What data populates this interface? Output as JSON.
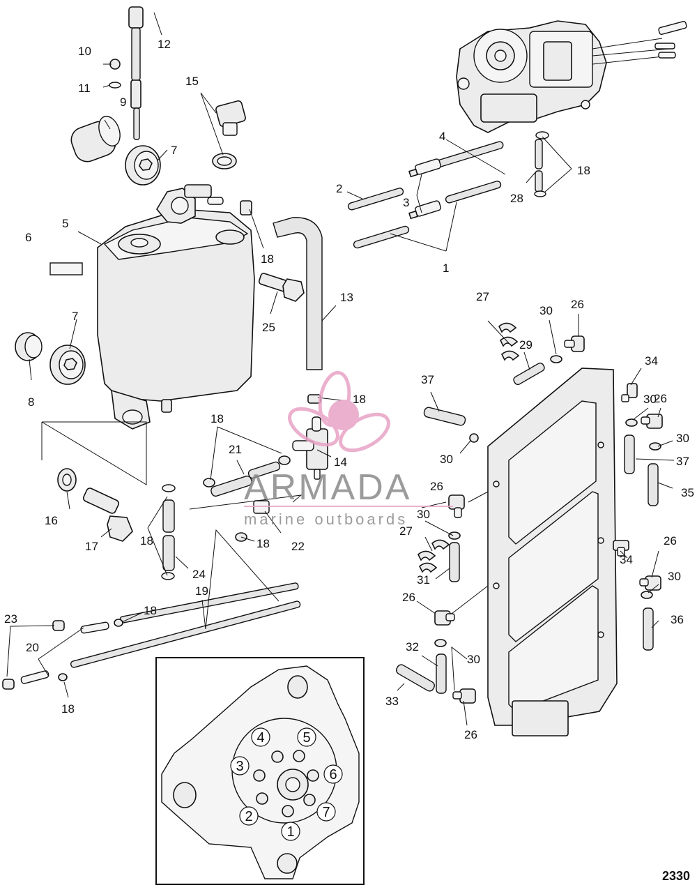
{
  "diagram": {
    "reference_code": "2330",
    "callouts": [
      {
        "id": "c1",
        "label": "1"
      },
      {
        "id": "c2",
        "label": "2"
      },
      {
        "id": "c3",
        "label": "3"
      },
      {
        "id": "c4",
        "label": "4"
      },
      {
        "id": "c5",
        "label": "5"
      },
      {
        "id": "c6",
        "label": "6"
      },
      {
        "id": "c7a",
        "label": "7"
      },
      {
        "id": "c7b",
        "label": "7"
      },
      {
        "id": "c8",
        "label": "8"
      },
      {
        "id": "c9",
        "label": "9"
      },
      {
        "id": "c10",
        "label": "10"
      },
      {
        "id": "c11",
        "label": "11"
      },
      {
        "id": "c12",
        "label": "12"
      },
      {
        "id": "c13",
        "label": "13"
      },
      {
        "id": "c14",
        "label": "14"
      },
      {
        "id": "c15",
        "label": "15"
      },
      {
        "id": "c16",
        "label": "16"
      },
      {
        "id": "c17",
        "label": "17"
      },
      {
        "id": "c18a",
        "label": "18"
      },
      {
        "id": "c18b",
        "label": "18"
      },
      {
        "id": "c18c",
        "label": "18"
      },
      {
        "id": "c18d",
        "label": "18"
      },
      {
        "id": "c18e",
        "label": "18"
      },
      {
        "id": "c18f",
        "label": "18"
      },
      {
        "id": "c18g",
        "label": "18"
      },
      {
        "id": "c18h",
        "label": "18"
      },
      {
        "id": "c19",
        "label": "19"
      },
      {
        "id": "c20",
        "label": "20"
      },
      {
        "id": "c21",
        "label": "21"
      },
      {
        "id": "c22",
        "label": "22"
      },
      {
        "id": "c23",
        "label": "23"
      },
      {
        "id": "c24",
        "label": "24"
      },
      {
        "id": "c25",
        "label": "25"
      },
      {
        "id": "c26a",
        "label": "26"
      },
      {
        "id": "c26b",
        "label": "26"
      },
      {
        "id": "c26c",
        "label": "26"
      },
      {
        "id": "c26d",
        "label": "26"
      },
      {
        "id": "c26e",
        "label": "26"
      },
      {
        "id": "c26f",
        "label": "26"
      },
      {
        "id": "c27a",
        "label": "27"
      },
      {
        "id": "c27b",
        "label": "27"
      },
      {
        "id": "c28",
        "label": "28"
      },
      {
        "id": "c29",
        "label": "29"
      },
      {
        "id": "c30a",
        "label": "30"
      },
      {
        "id": "c30b",
        "label": "30"
      },
      {
        "id": "c30c",
        "label": "30"
      },
      {
        "id": "c30d",
        "label": "30"
      },
      {
        "id": "c30e",
        "label": "30"
      },
      {
        "id": "c30f",
        "label": "30"
      },
      {
        "id": "c30g",
        "label": "30"
      },
      {
        "id": "c31",
        "label": "31"
      },
      {
        "id": "c32",
        "label": "32"
      },
      {
        "id": "c33",
        "label": "33"
      },
      {
        "id": "c34a",
        "label": "34"
      },
      {
        "id": "c34b",
        "label": "34"
      },
      {
        "id": "c35",
        "label": "35"
      },
      {
        "id": "c36",
        "label": "36"
      },
      {
        "id": "c37a",
        "label": "37"
      },
      {
        "id": "c37b",
        "label": "37"
      }
    ],
    "inset_ports": [
      {
        "id": "p1",
        "label": "1"
      },
      {
        "id": "p2",
        "label": "2"
      },
      {
        "id": "p3",
        "label": "3"
      },
      {
        "id": "p4",
        "label": "4"
      },
      {
        "id": "p5",
        "label": "5"
      },
      {
        "id": "p6",
        "label": "6"
      },
      {
        "id": "p7",
        "label": "7"
      }
    ]
  },
  "watermark": {
    "brand": "ARMADA",
    "tagline": "marine outboards",
    "accent_color": "#e8a3c6",
    "text_color": "#8a8a8a"
  }
}
